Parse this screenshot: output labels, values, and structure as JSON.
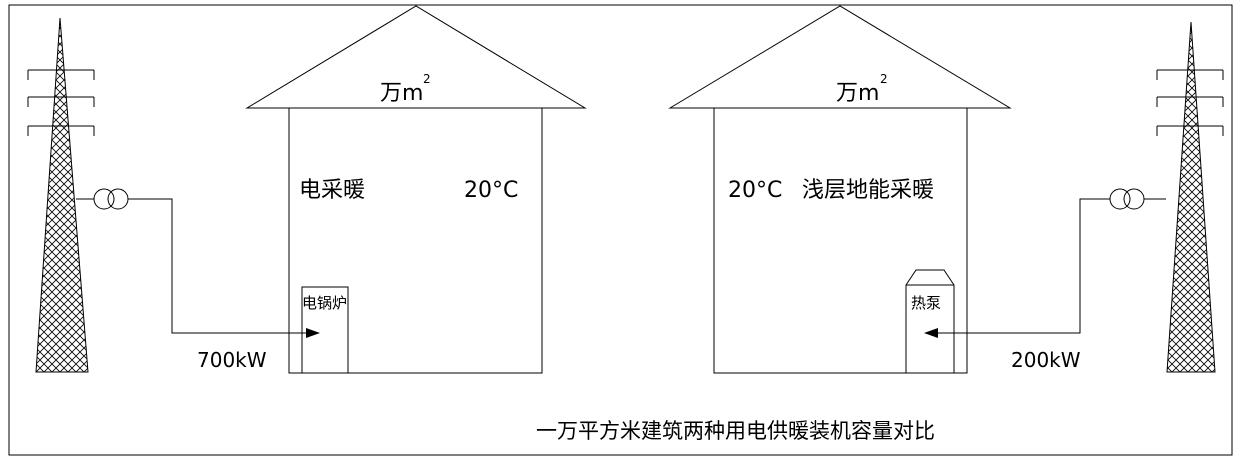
{
  "left_house": {
    "area_label": "万m",
    "area_sup": "2",
    "heating_type": "电采暖",
    "temperature": "20°C",
    "device": "电锅炉",
    "power": "700kW"
  },
  "right_house": {
    "area_label": "万m",
    "area_sup": "2",
    "temperature": "20°C",
    "heating_type": "浅层地能采暖",
    "device": "热泵",
    "power": "200kW"
  },
  "caption": "一万平方米建筑两种用电供暖装机容量对比",
  "colors": {
    "line": "#000000",
    "background": "#ffffff"
  }
}
